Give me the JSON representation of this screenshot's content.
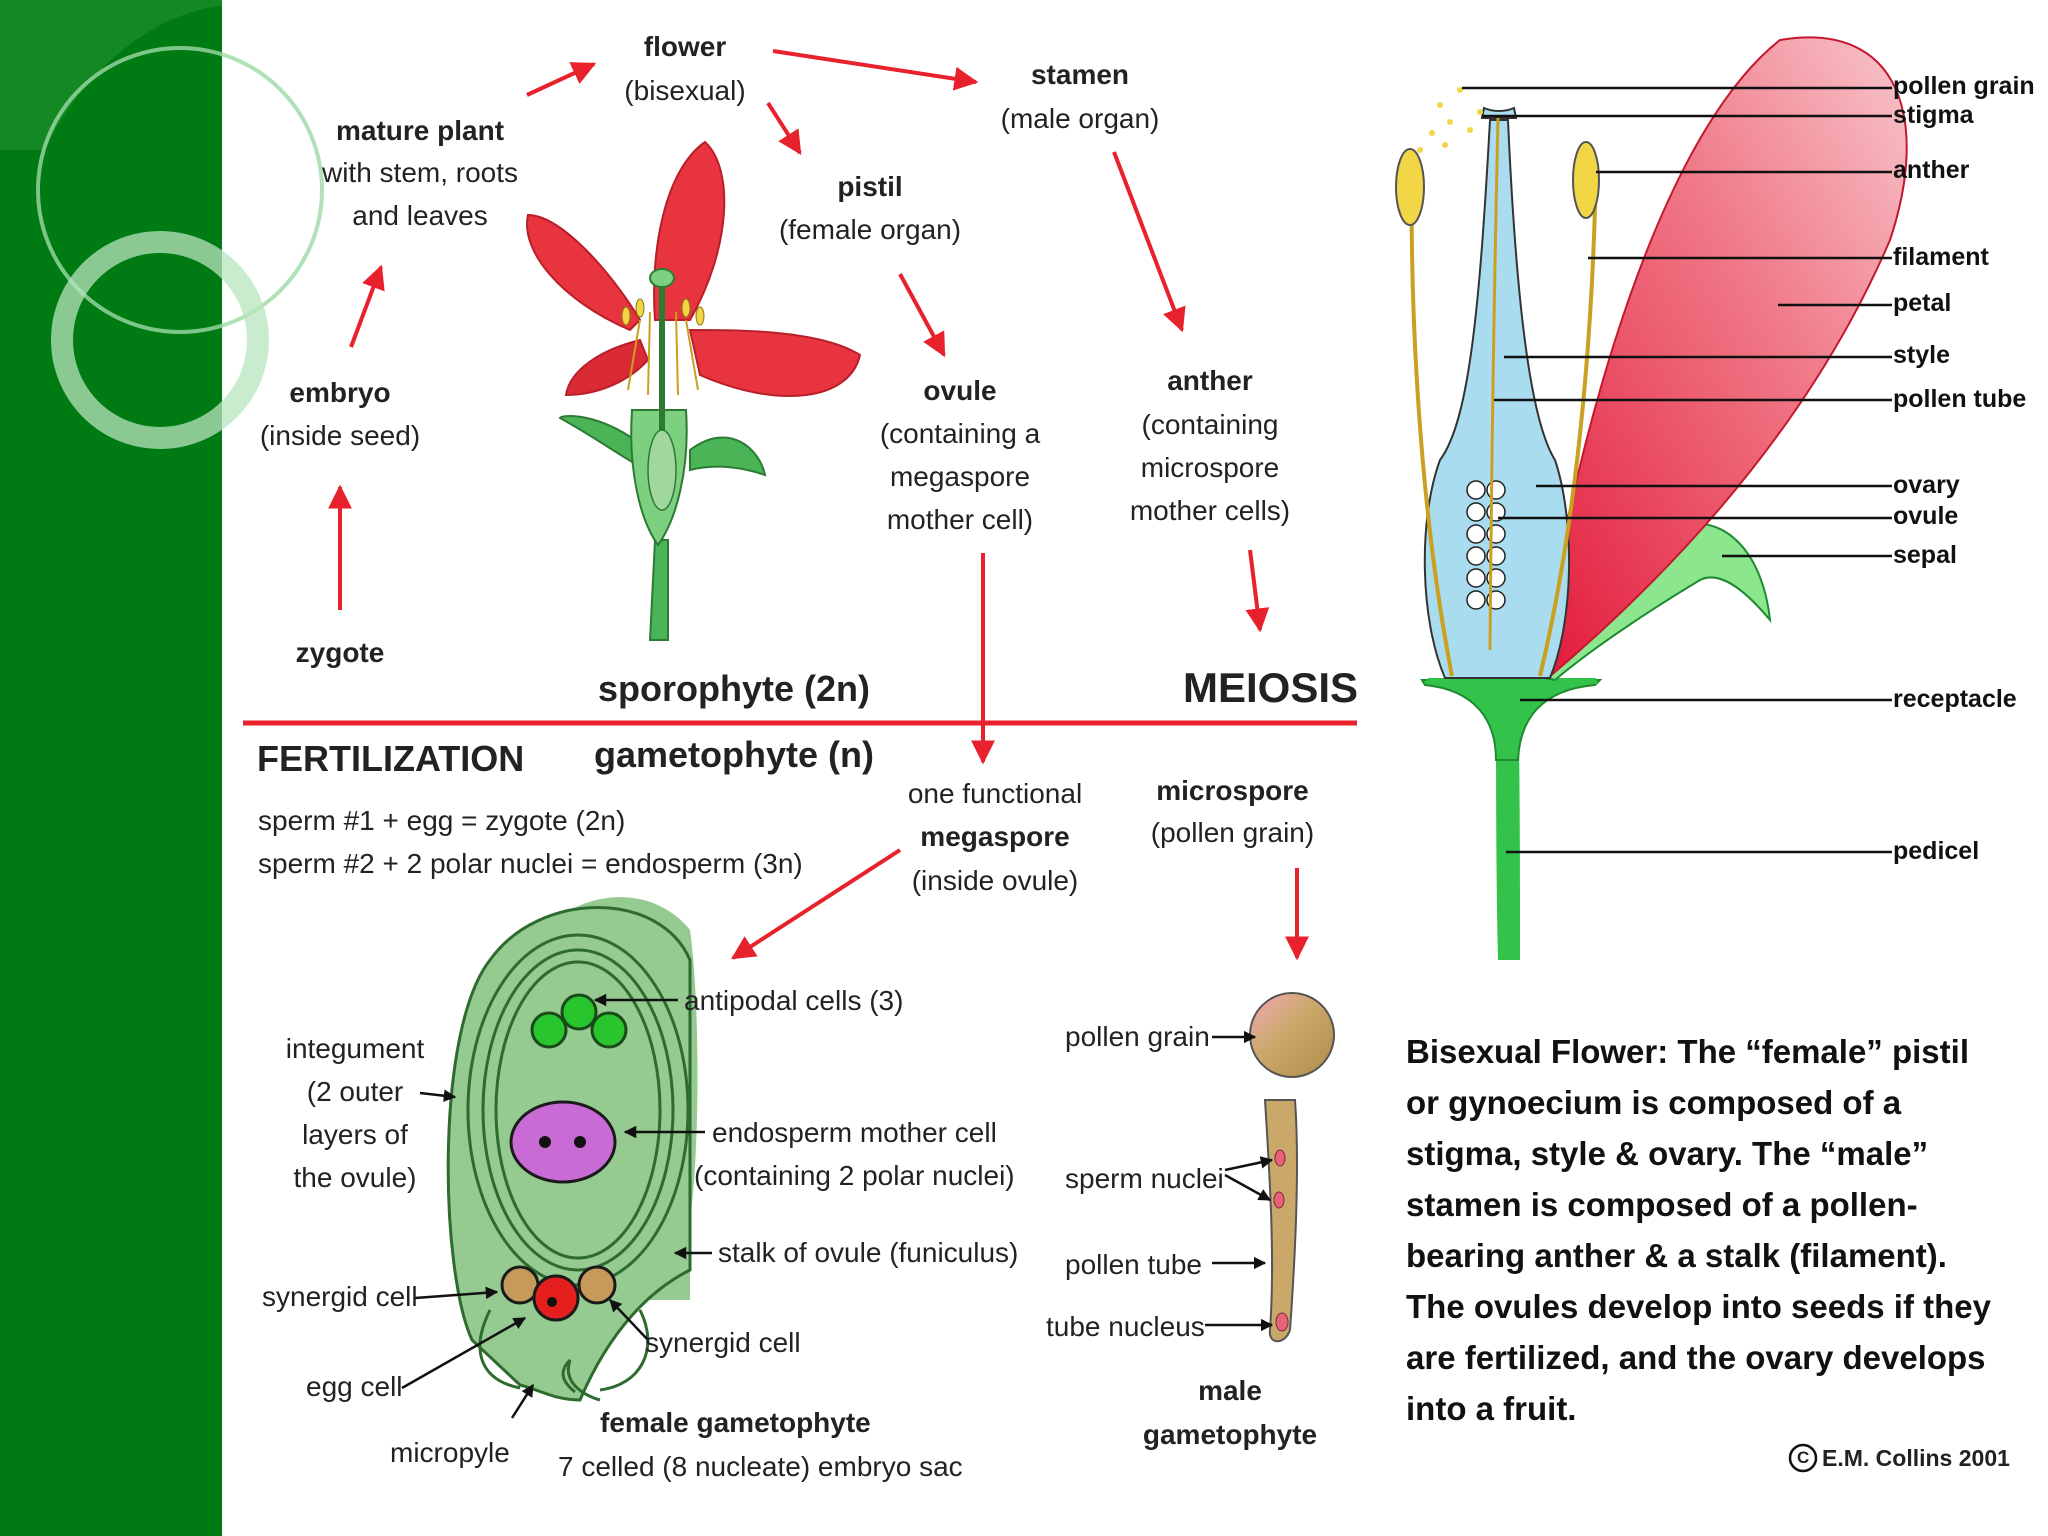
{
  "colors": {
    "sidebar_green": "#007a12",
    "red_arrow": "#e8222c",
    "petal_red": "#f0404a",
    "stem_green": "#33c24a",
    "style_blue": "#a9dcee"
  },
  "cycle": {
    "flower": {
      "title": "flower",
      "sub": "(bisexual)"
    },
    "stamen": {
      "title": "stamen",
      "sub": "(male organ)"
    },
    "pistil": {
      "title": "pistil",
      "sub": "(female organ)"
    },
    "mature_plant": {
      "title": "mature plant",
      "line1": "with stem, roots",
      "line2": "and leaves"
    },
    "embryo": {
      "title": "embryo",
      "sub": "(inside seed)"
    },
    "zygote": "zygote",
    "ovule": {
      "title": "ovule",
      "line1": "(containing a",
      "line2": "megaspore",
      "line3": "mother cell)"
    },
    "anther": {
      "title": "anther",
      "line1": "(containing",
      "line2": "microspore",
      "line3": "mother cells)"
    },
    "sporophyte": "sporophyte (2n)",
    "meiosis": "MEIOSIS",
    "fertilization": "FERTILIZATION",
    "gametophyte": "gametophyte (n)",
    "fert_line1": "sperm #1 + egg = zygote (2n)",
    "fert_line2": "sperm #2 + 2 polar nuclei = endosperm (3n)",
    "megaspore": {
      "line1": "one functional",
      "title": "megaspore",
      "sub": "(inside ovule)"
    },
    "microspore": {
      "title": "microspore",
      "sub": "(pollen grain)"
    }
  },
  "female": {
    "antipodal": "antipodal cells (3)",
    "integ1": "integument",
    "integ2": "(2 outer",
    "integ3": "layers of",
    "integ4": "the ovule)",
    "endo1": "endosperm mother cell",
    "endo2": "(containing 2 polar nuclei)",
    "stalk": "stalk of ovule (funiculus)",
    "synergid_left": "synergid cell",
    "synergid_right": "synergid cell",
    "egg": "egg cell",
    "micropyle": "micropyle",
    "title": "female gametophyte",
    "sub": "7 celled (8 nucleate) embryo sac"
  },
  "male": {
    "pollen_grain": "pollen grain",
    "sperm_nuclei": "sperm nuclei",
    "pollen_tube": "pollen tube",
    "tube_nucleus": "tube nucleus",
    "title1": "male",
    "title2": "gametophyte"
  },
  "anatomy": [
    "pollen grain",
    "stigma",
    "anther",
    "filament",
    "petal",
    "style",
    "pollen tube",
    "ovary",
    "ovule",
    "sepal",
    "receptacle",
    "pedicel"
  ],
  "caption": "Bisexual Flower: The “female” pistil or gynoecium is composed of a stigma, style & ovary.  The “male” stamen is composed of a pollen-bearing anther & a stalk (filament).  The ovules develop into seeds if they are fertilized, and the ovary develops into a fruit.",
  "copyright": {
    "symbol": "C",
    "text": "E.M. Collins 2001"
  }
}
